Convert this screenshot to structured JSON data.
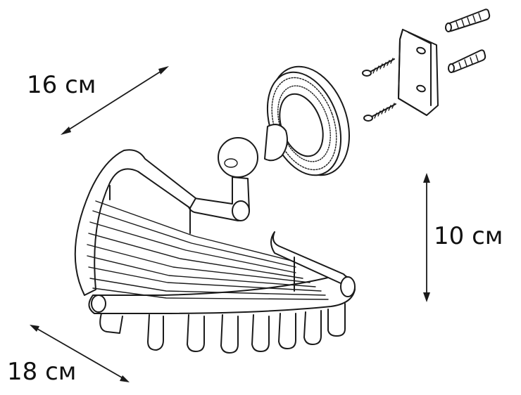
{
  "dimensions": {
    "width_label": "16 см",
    "height_label": "10 см",
    "depth_label": "18 см"
  },
  "parts": {
    "basket": "basket",
    "wall-mount": "wall-mount",
    "mounting-bracket": "mounting-bracket",
    "screw": "screw",
    "wall-plug": "wall-plug"
  },
  "colors": {
    "line": "#1a1a1a",
    "background": "#ffffff"
  }
}
